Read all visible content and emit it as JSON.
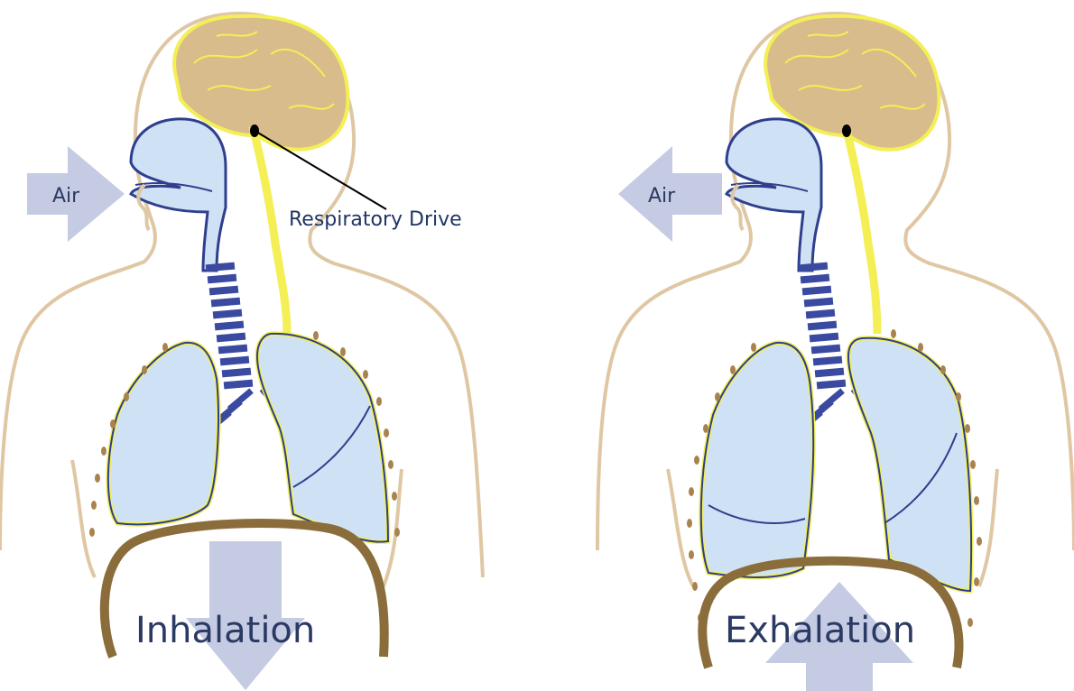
{
  "left_panel": {
    "air_label": "Air",
    "phase_label": "Inhalation",
    "callout_label": "Respiratory Drive"
  },
  "right_panel": {
    "air_label": "Air",
    "phase_label": "Exhalation"
  },
  "colors": {
    "body_outline": "#e0c7a4",
    "brain_fill": "#d8bc8c",
    "nerve_yellow": "#f3ef55",
    "airway_fill": "#cfe2f5",
    "airway_outline": "#2f3f8e",
    "trachea_ring": "#3a4aa0",
    "diaphragm": "#8a6d3b",
    "arrow_fill": "#c5cbe3",
    "text": "#2b3a63"
  }
}
